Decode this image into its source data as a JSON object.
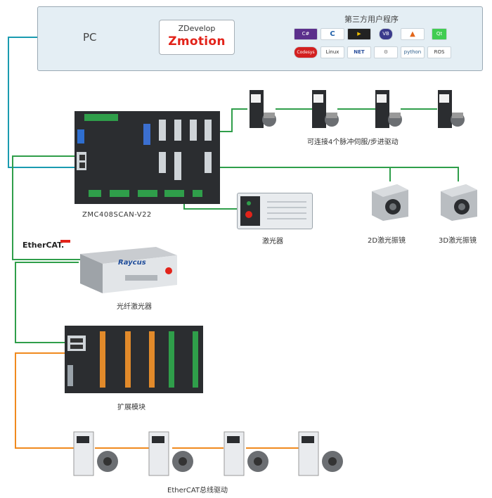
{
  "pc": {
    "label": "PC",
    "zdevelop_line1": "ZDevelop",
    "zdevelop_line2": "Zmotion",
    "third_party_title": "第三方用户程序",
    "software_icons": [
      "C#",
      "C++",
      "LabVIEW",
      "VB",
      "MATLAB",
      "Qt",
      "Codesys",
      "Linux",
      ".NET",
      "Python-snake",
      "python",
      "ROS"
    ],
    "software_icon_text": [
      "C#",
      "C",
      "▶",
      "VB",
      "▲",
      "Qt",
      "Codesys",
      "Linux",
      "NET",
      "⚙",
      "python",
      "ROS"
    ]
  },
  "labels": {
    "controller": "ZMC408SCAN-V22",
    "stepper_drives": "可连接4个脉冲伺服/步进驱动",
    "laser": "激光器",
    "galvo_2d": "2D激光振镜",
    "galvo_3d": "3D激光振镜",
    "fiber_laser": "光纤激光器",
    "fiber_brand": "Raycus",
    "expansion": "扩展模块",
    "ethercat_drives": "EtherCAT总线驱动",
    "ethercat_logo": "EtherCAT."
  },
  "colors": {
    "teal": "#1a9bb0",
    "green": "#2f9e4a",
    "orange": "#f08a1e",
    "brand_red": "#e2231a"
  }
}
